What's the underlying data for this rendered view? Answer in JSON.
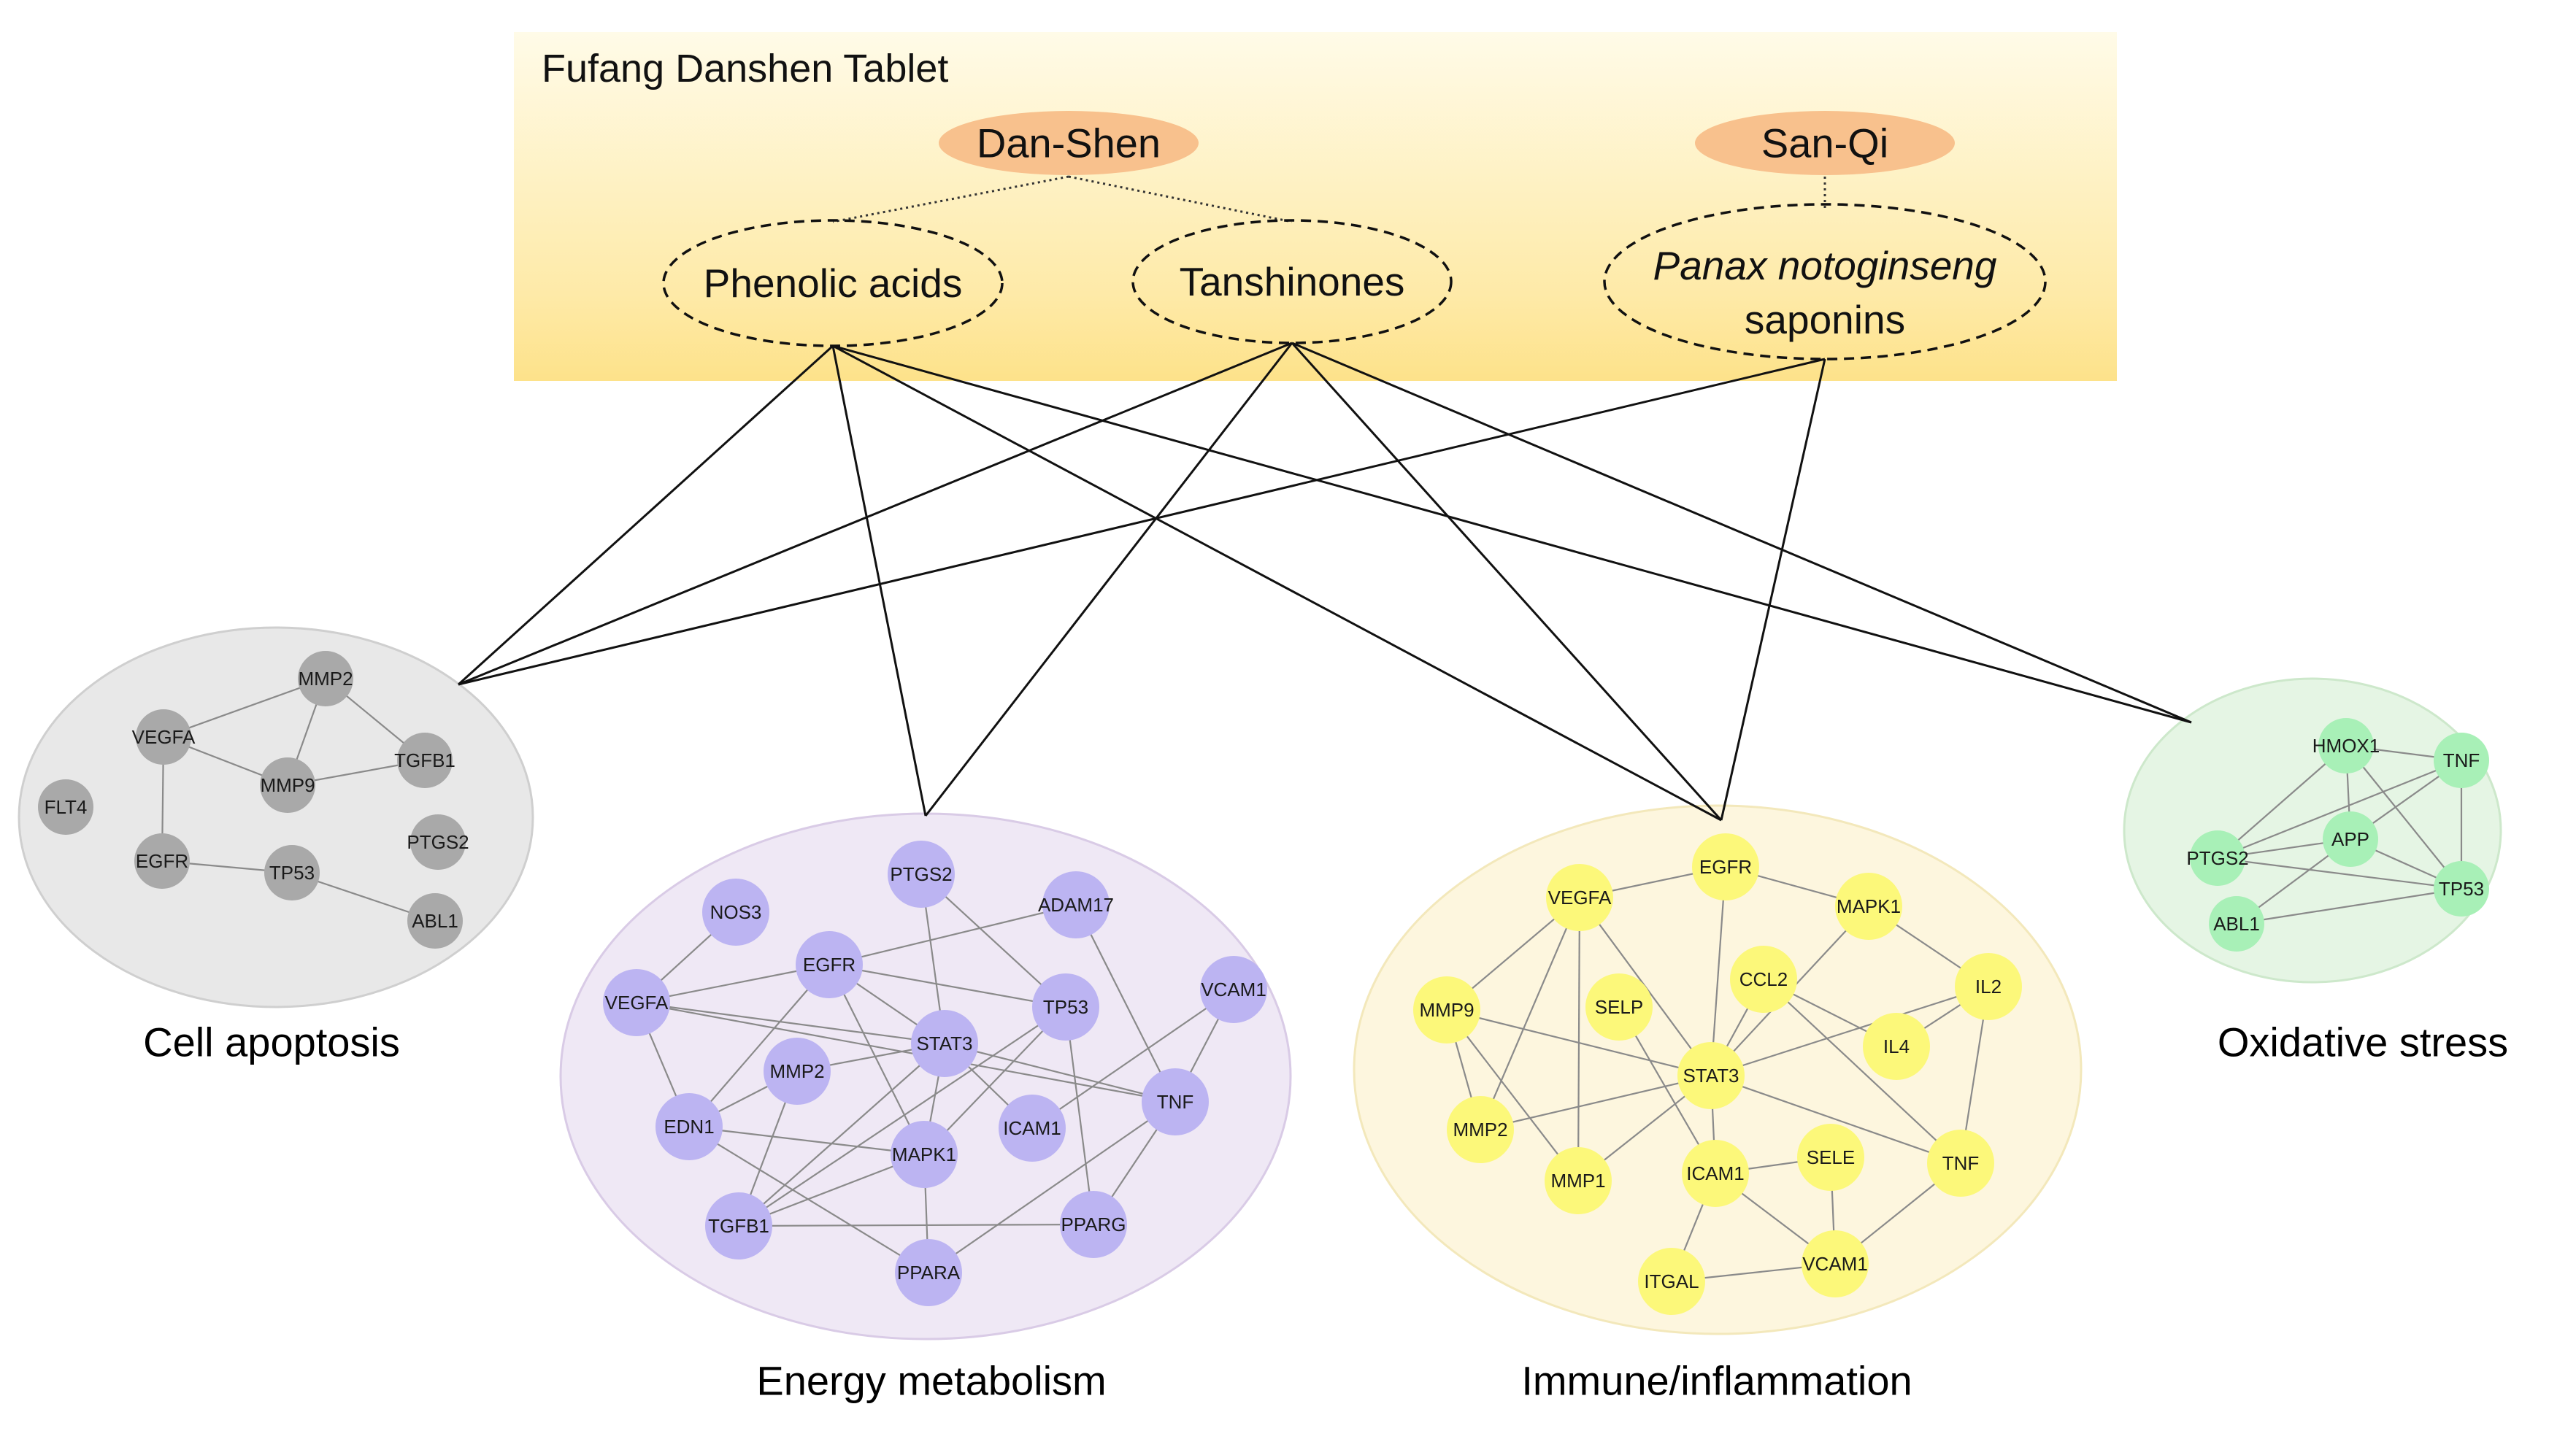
{
  "header": {
    "title": "Fufang Danshen Tablet",
    "background_top": "#fffbe8",
    "background_bottom": "#fde28a"
  },
  "herbs": [
    {
      "id": "danshen",
      "label": "Dan-Shen",
      "color": "#f8c18d"
    },
    {
      "id": "sanqi",
      "label": "San-Qi",
      "color": "#f8c18d"
    }
  ],
  "components": [
    {
      "id": "phenolic",
      "label": "Phenolic acids"
    },
    {
      "id": "tanshinones",
      "label": "Tanshinones"
    },
    {
      "id": "saponins",
      "label_italic": "Panax notoginseng",
      "label": "saponins"
    }
  ],
  "links": [
    [
      "phenolic",
      "apoptosis"
    ],
    [
      "phenolic",
      "energy"
    ],
    [
      "phenolic",
      "immune"
    ],
    [
      "phenolic",
      "oxidative"
    ],
    [
      "tanshinones",
      "apoptosis"
    ],
    [
      "tanshinones",
      "energy"
    ],
    [
      "tanshinones",
      "immune"
    ],
    [
      "tanshinones",
      "oxidative"
    ],
    [
      "saponins",
      "apoptosis"
    ],
    [
      "saponins",
      "immune"
    ]
  ],
  "groups": [
    {
      "id": "apoptosis",
      "title": "Cell apoptosis",
      "fill": "#e8e8e8",
      "stroke": "#cfcfcf",
      "node_color": "#a9a9a9",
      "nodes": [
        "MMP2",
        "VEGFA",
        "TGFB1",
        "FLT4",
        "MMP9",
        "PTGS2",
        "EGFR",
        "TP53",
        "ABL1"
      ],
      "edges": [
        [
          "VEGFA",
          "MMP2"
        ],
        [
          "VEGFA",
          "MMP9"
        ],
        [
          "VEGFA",
          "EGFR"
        ],
        [
          "MMP2",
          "MMP9"
        ],
        [
          "MMP2",
          "TGFB1"
        ],
        [
          "MMP9",
          "TGFB1"
        ],
        [
          "EGFR",
          "TP53"
        ],
        [
          "TP53",
          "ABL1"
        ]
      ]
    },
    {
      "id": "energy",
      "title": "Energy metabolism",
      "fill": "#efe8f5",
      "stroke": "#d9cbe6",
      "node_color": "#bcb4f2",
      "nodes": [
        "PTGS2",
        "ADAM17",
        "NOS3",
        "EGFR",
        "VEGFA",
        "TP53",
        "VCAM1",
        "STAT3",
        "MMP2",
        "TNF",
        "EDN1",
        "ICAM1",
        "MAPK1",
        "TGFB1",
        "PPARG",
        "PPARA"
      ],
      "edges": [
        [
          "VEGFA",
          "NOS3"
        ],
        [
          "VEGFA",
          "EGFR"
        ],
        [
          "VEGFA",
          "STAT3"
        ],
        [
          "VEGFA",
          "EDN1"
        ],
        [
          "VEGFA",
          "TNF"
        ],
        [
          "EGFR",
          "ADAM17"
        ],
        [
          "EGFR",
          "TP53"
        ],
        [
          "EGFR",
          "STAT3"
        ],
        [
          "EGFR",
          "EDN1"
        ],
        [
          "EGFR",
          "MAPK1"
        ],
        [
          "PTGS2",
          "STAT3"
        ],
        [
          "PTGS2",
          "TP53"
        ],
        [
          "ADAM17",
          "TNF"
        ],
        [
          "STAT3",
          "MMP2"
        ],
        [
          "STAT3",
          "ICAM1"
        ],
        [
          "STAT3",
          "MAPK1"
        ],
        [
          "STAT3",
          "TGFB1"
        ],
        [
          "STAT3",
          "TNF"
        ],
        [
          "TP53",
          "MAPK1"
        ],
        [
          "TP53",
          "TGFB1"
        ],
        [
          "TP53",
          "PPARG"
        ],
        [
          "VCAM1",
          "TNF"
        ],
        [
          "VCAM1",
          "ICAM1"
        ],
        [
          "MMP2",
          "EDN1"
        ],
        [
          "MMP2",
          "TGFB1"
        ],
        [
          "EDN1",
          "MAPK1"
        ],
        [
          "EDN1",
          "PPARA"
        ],
        [
          "MAPK1",
          "TGFB1"
        ],
        [
          "MAPK1",
          "PPARA"
        ],
        [
          "TNF",
          "PPARG"
        ],
        [
          "TNF",
          "PPARA"
        ],
        [
          "TGFB1",
          "PPARG"
        ]
      ]
    },
    {
      "id": "immune",
      "title": "Immune/inflammation",
      "fill": "#fdf6de",
      "stroke": "#f3e8bb",
      "node_color": "#fcf87a",
      "nodes": [
        "EGFR",
        "VEGFA",
        "MAPK1",
        "SELP",
        "CCL2",
        "IL2",
        "MMP9",
        "IL4",
        "STAT3",
        "MMP2",
        "SELE",
        "TNF",
        "ICAM1",
        "MMP1",
        "ITGAL",
        "VCAM1"
      ],
      "edges": [
        [
          "VEGFA",
          "EGFR"
        ],
        [
          "VEGFA",
          "MMP9"
        ],
        [
          "VEGFA",
          "STAT3"
        ],
        [
          "VEGFA",
          "MMP2"
        ],
        [
          "VEGFA",
          "MMP1"
        ],
        [
          "EGFR",
          "MAPK1"
        ],
        [
          "EGFR",
          "STAT3"
        ],
        [
          "MAPK1",
          "IL2"
        ],
        [
          "MAPK1",
          "STAT3"
        ],
        [
          "CCL2",
          "STAT3"
        ],
        [
          "CCL2",
          "TNF"
        ],
        [
          "CCL2",
          "IL4"
        ],
        [
          "IL2",
          "IL4"
        ],
        [
          "IL2",
          "STAT3"
        ],
        [
          "IL2",
          "TNF"
        ],
        [
          "MMP9",
          "STAT3"
        ],
        [
          "MMP9",
          "MMP2"
        ],
        [
          "MMP9",
          "MMP1"
        ],
        [
          "SELP",
          "ICAM1"
        ],
        [
          "STAT3",
          "MMP2"
        ],
        [
          "STAT3",
          "MMP1"
        ],
        [
          "STAT3",
          "ICAM1"
        ],
        [
          "STAT3",
          "TNF"
        ],
        [
          "ICAM1",
          "SELE"
        ],
        [
          "ICAM1",
          "ITGAL"
        ],
        [
          "ICAM1",
          "VCAM1"
        ],
        [
          "SELE",
          "VCAM1"
        ],
        [
          "ITGAL",
          "VCAM1"
        ],
        [
          "VCAM1",
          "TNF"
        ]
      ]
    },
    {
      "id": "oxidative",
      "title": "Oxidative stress",
      "fill": "#e5f5e4",
      "stroke": "#cde8cb",
      "node_color": "#a8f0b7",
      "nodes": [
        "HMOX1",
        "TNF",
        "APP",
        "PTGS2",
        "TP53",
        "ABL1"
      ],
      "edges": [
        [
          "HMOX1",
          "TNF"
        ],
        [
          "HMOX1",
          "APP"
        ],
        [
          "HMOX1",
          "PTGS2"
        ],
        [
          "HMOX1",
          "TP53"
        ],
        [
          "TNF",
          "APP"
        ],
        [
          "TNF",
          "PTGS2"
        ],
        [
          "TNF",
          "TP53"
        ],
        [
          "APP",
          "PTGS2"
        ],
        [
          "APP",
          "TP53"
        ],
        [
          "APP",
          "ABL1"
        ],
        [
          "PTGS2",
          "TP53"
        ],
        [
          "ABL1",
          "TP53"
        ]
      ]
    }
  ]
}
